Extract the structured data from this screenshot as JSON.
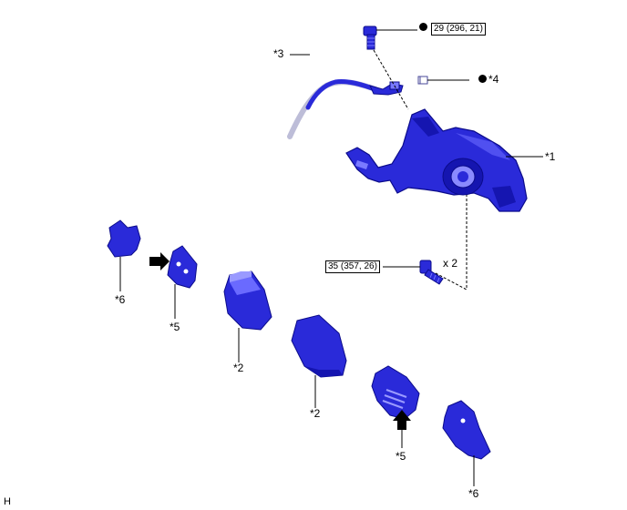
{
  "colors": {
    "part_fill": "#2a2ad9",
    "part_dark": "#0b0b8a",
    "part_light": "#7a7aff",
    "line": "#000000",
    "hose_grey": "#c8c8c8"
  },
  "icons": {
    "black_dot": "filled-black-circle-icon",
    "arrow": "black-direction-arrow-icon"
  },
  "callouts": {
    "part1": "*1",
    "part2_upper": "*2",
    "part2_lower": "*2",
    "part3": "*3",
    "part4": "*4",
    "part5_upper": "*5",
    "part5_lower": "*5",
    "part6_upper": "*6",
    "part6_lower": "*6"
  },
  "torque": {
    "union_bolt": "29 (296, 21)",
    "mounting_bolt": "35 (357, 26)"
  },
  "quantity": {
    "mounting_bolt": "x 2"
  },
  "figure_code": "H"
}
